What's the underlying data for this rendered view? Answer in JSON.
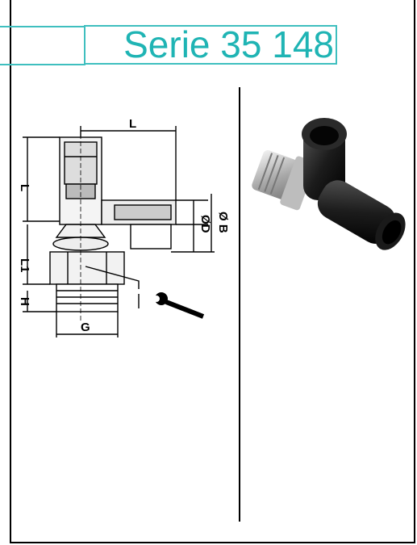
{
  "header": {
    "title": "Serie 35 148"
  },
  "drawing": {
    "labels": {
      "L_top": "L",
      "L_side": "L",
      "L1": "L1",
      "H": "H",
      "G": "G",
      "D": "ØD",
      "B": "Ø B"
    }
  },
  "colors": {
    "accent": "#1fb4b4",
    "border": "#000000"
  }
}
